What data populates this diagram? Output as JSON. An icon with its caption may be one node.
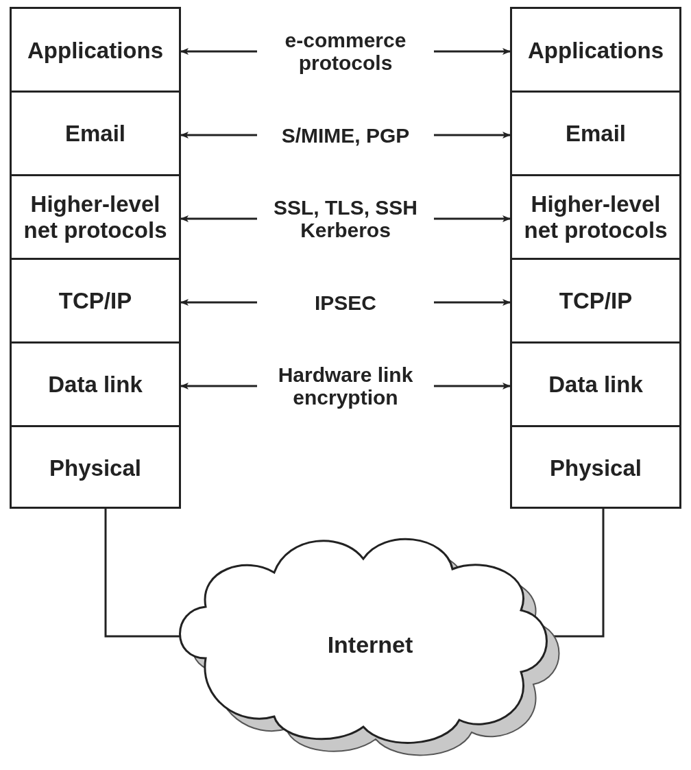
{
  "diagram": {
    "nodes": [
      {
        "text": [],
        "shape": "box"
      },
      {
        "text": [
          "Applications"
        ],
        "in": 0
      },
      {
        "text": [
          "Email"
        ],
        "in": 0
      },
      {
        "text": [
          "Higher-level net protocols"
        ],
        "in": 0
      },
      {
        "text": [
          "TCP/IP"
        ],
        "in": 0
      },
      {
        "text": [
          "Data link"
        ],
        "in": 0
      },
      {
        "text": [
          "Physical"
        ],
        "in": 0
      },
      {
        "text": [],
        "shape": "box"
      },
      {
        "text": [
          "Applications"
        ],
        "in": 7
      },
      {
        "text": [
          "Email"
        ],
        "in": 7
      },
      {
        "text": [
          "Higher-level net protocols"
        ],
        "in": 7
      },
      {
        "text": [
          "TCP/IP"
        ],
        "in": 7
      },
      {
        "text": [
          "Data link"
        ],
        "in": 7
      },
      {
        "text": [
          "Physical"
        ],
        "in": 7
      },
      {
        "text": [
          "Internet"
        ]
      }
    ],
    "edges": [
      {
        "from": 1,
        "to": 8,
        "arrow": "both",
        "label": "e-commerce protocols"
      },
      {
        "from": 2,
        "to": 9,
        "arrow": "both",
        "label": "S/MIME, PGP"
      },
      {
        "from": 3,
        "to": 10,
        "arrow": "both",
        "label": "SSL, TLS, SSH Kerberos"
      },
      {
        "from": 4,
        "to": 11,
        "arrow": "both",
        "label": "IPSEC"
      },
      {
        "from": 5,
        "to": 12,
        "arrow": "both",
        "label": "Hardware link encryption"
      },
      {
        "from": 0,
        "to": 14,
        "arrow": "none"
      },
      {
        "from": 7,
        "to": 14,
        "arrow": "none"
      }
    ]
  }
}
